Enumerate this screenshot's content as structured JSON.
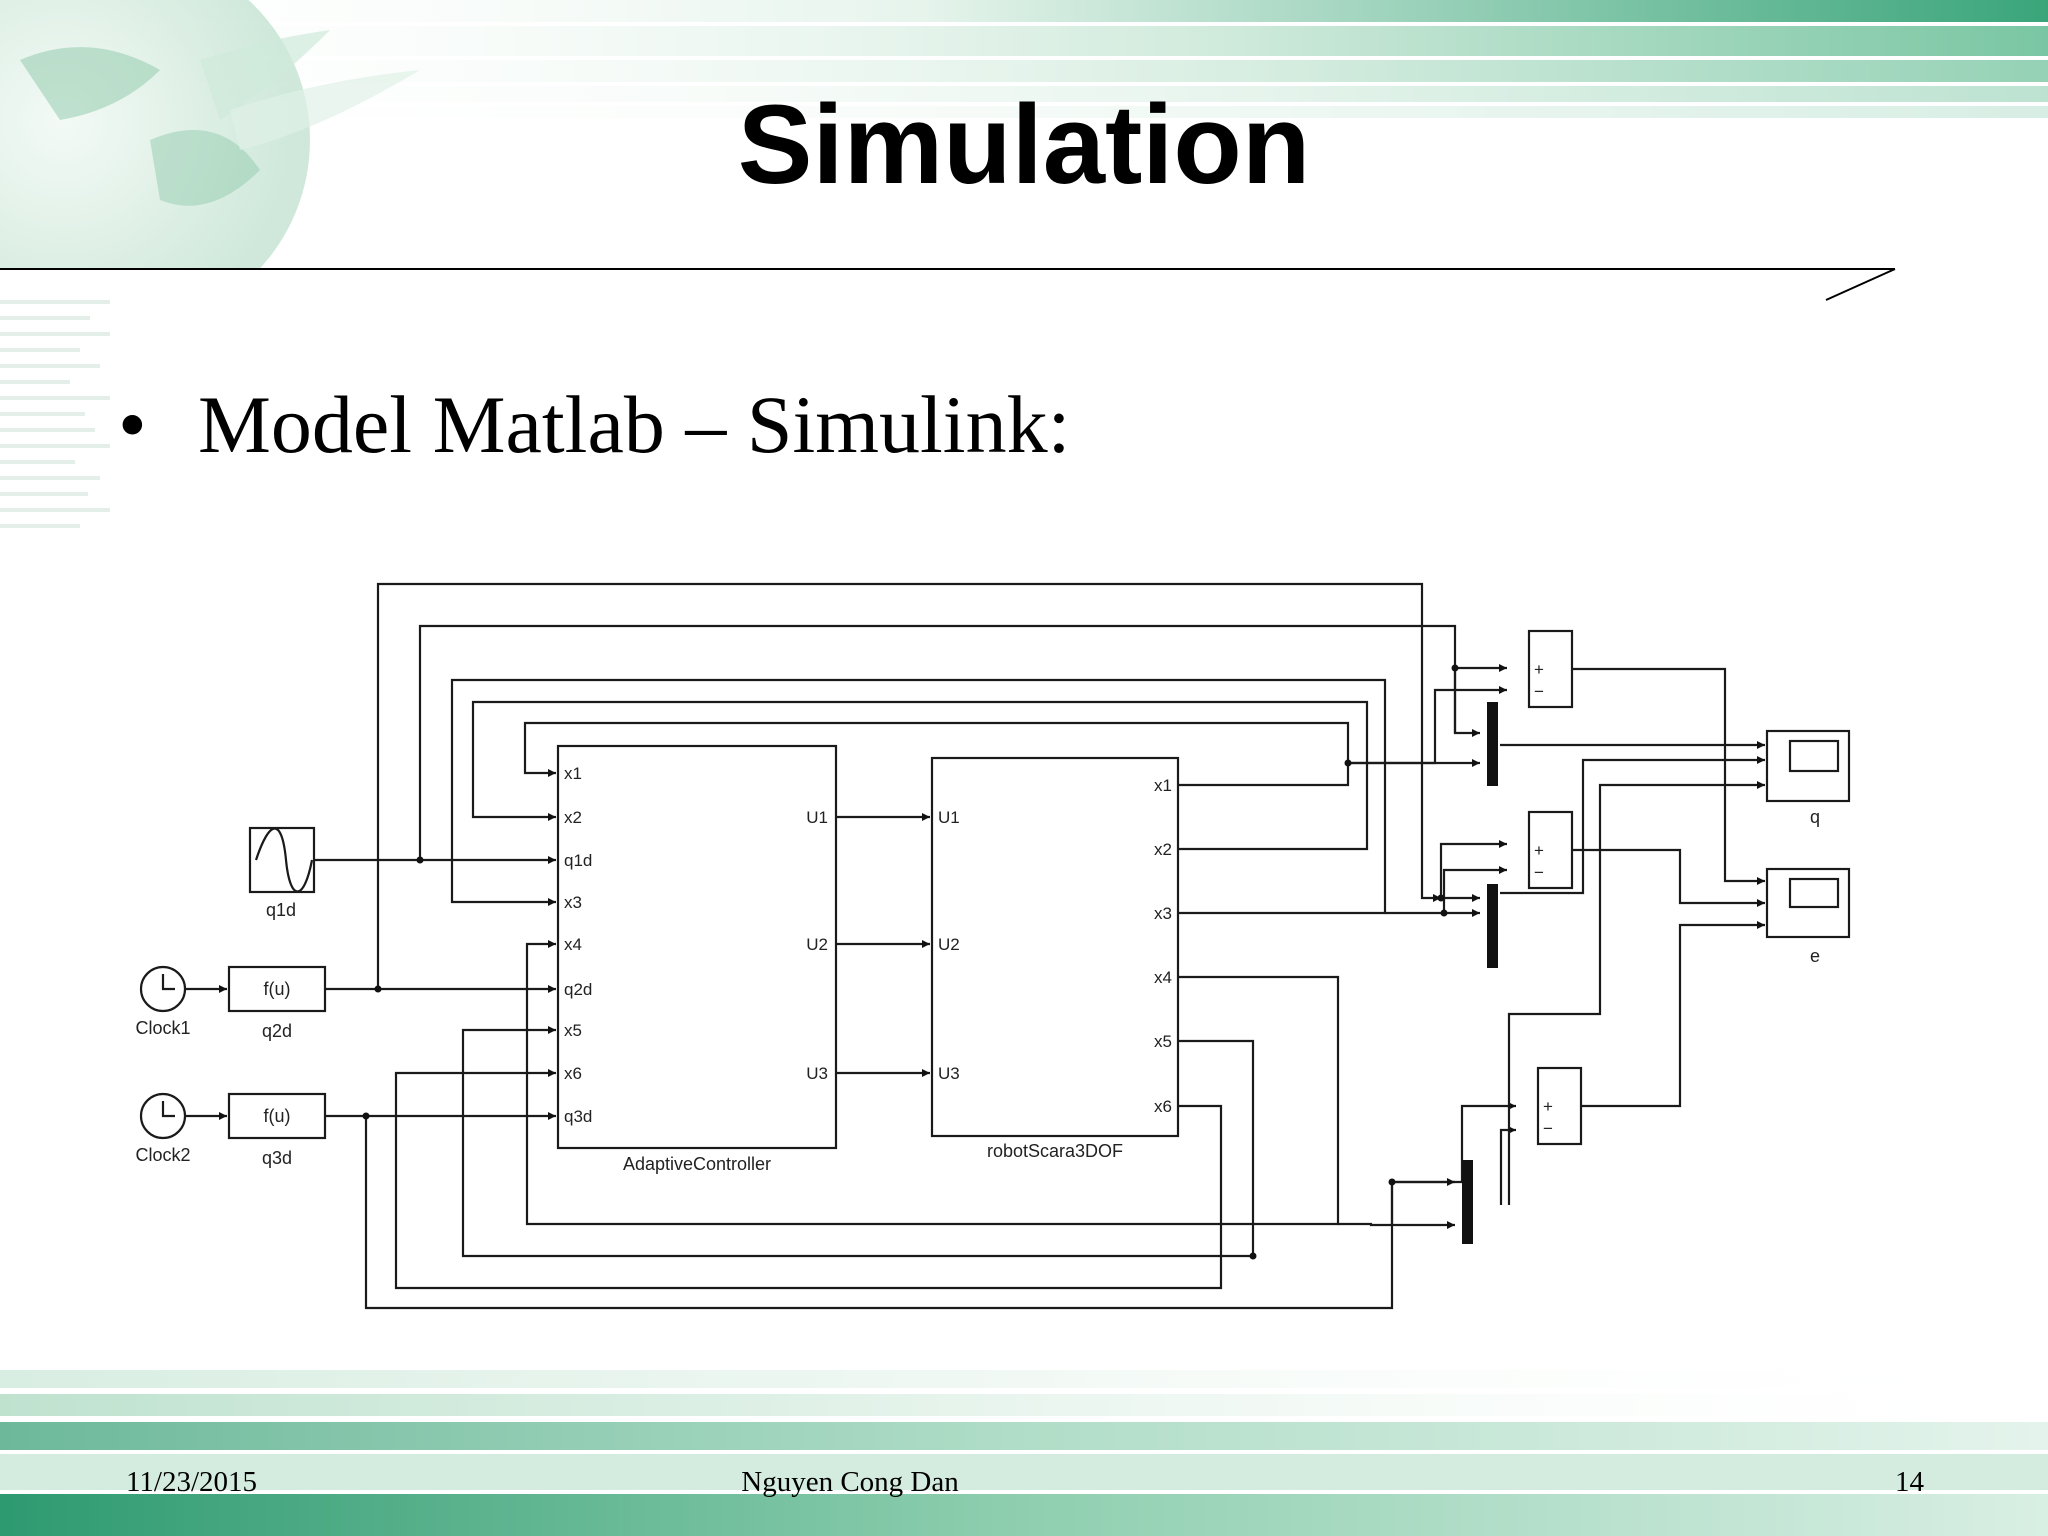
{
  "slide": {
    "title": "Simulation",
    "bullet": "Model Matlab – Simulink:"
  },
  "diagram": {
    "controller": {
      "name": "AdaptiveController",
      "inputs": [
        "x1",
        "x2",
        "q1d",
        "x3",
        "x4",
        "q2d",
        "x5",
        "x6",
        "q3d"
      ],
      "outputs": [
        "U1",
        "U2",
        "U3"
      ]
    },
    "plant": {
      "name": "robotScara3DOF",
      "inputs": [
        "U1",
        "U2",
        "U3"
      ],
      "outputs": [
        "x1",
        "x2",
        "x3",
        "x4",
        "x5",
        "x6"
      ]
    },
    "sources": {
      "sine_name": "q1d",
      "clock1_name": "Clock1",
      "clock2_name": "Clock2",
      "fcn1_label": "f(u)",
      "fcn1_name": "q2d",
      "fcn2_label": "f(u)",
      "fcn2_name": "q3d"
    },
    "sum_signs": [
      "+",
      "−"
    ],
    "scopes": [
      "q",
      "e"
    ]
  },
  "footer": {
    "date": "11/23/2015",
    "author": "Nguyen Cong Dan",
    "page": "14"
  },
  "colors": {
    "band_green": "#2e9a70",
    "band_light": "#d9efe4",
    "title_text": "#000000"
  }
}
